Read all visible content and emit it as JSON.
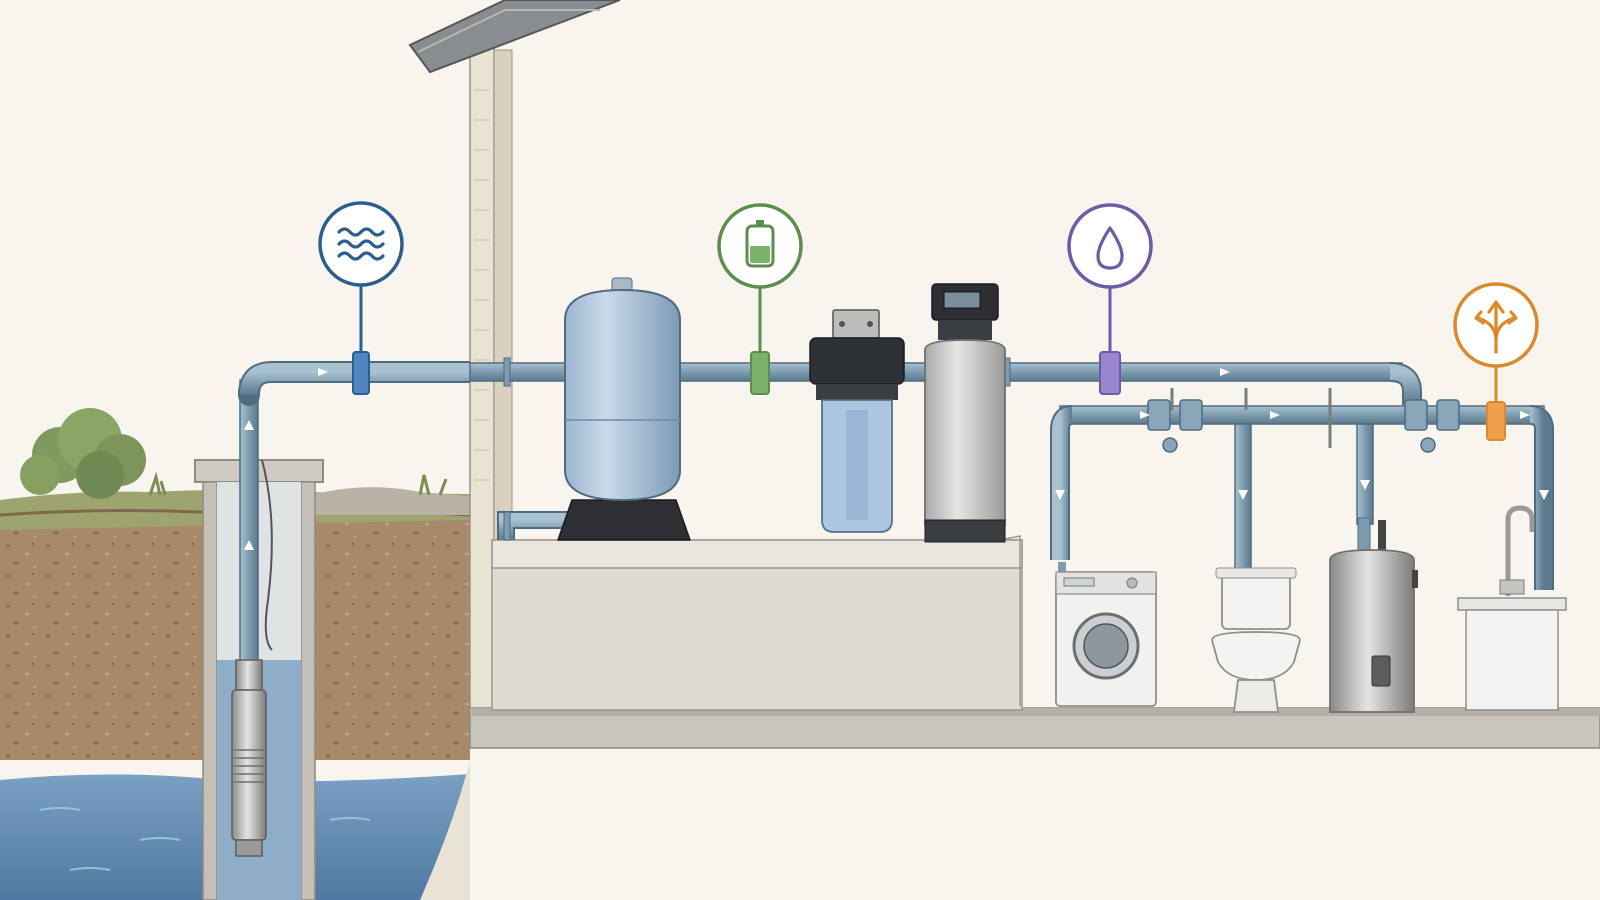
{
  "diagram": {
    "type": "well-water-system-plumbing",
    "flow_direction": "left-to-right",
    "colors": {
      "background": "#f8f5ee",
      "pipe": "#7e9cb0",
      "pipe_outline": "#4f6b7e",
      "soil": "#9a7a5e",
      "groundwater": "#5b86ae",
      "grass": "#8a9a62",
      "concrete": "#d8d4cb",
      "water_callout": "#2c5f8f",
      "tank_callout": "#5c8f4e",
      "filter_callout": "#6e5aa7",
      "distribution_callout": "#d98a2b"
    },
    "callouts": [
      {
        "id": "water-source",
        "icon": "waves-icon",
        "color": "#2c5f8f"
      },
      {
        "id": "pressure-storage",
        "icon": "tank-level-icon",
        "color": "#5c8f4e"
      },
      {
        "id": "treatment",
        "icon": "water-drop-icon",
        "color": "#6e5aa7"
      },
      {
        "id": "distribution",
        "icon": "branch-arrows-icon",
        "color": "#d98a2b"
      }
    ],
    "components": [
      {
        "id": "submersible-pump",
        "icon": "submersible-pump-icon"
      },
      {
        "id": "well-casing",
        "icon": "well-casing-icon"
      },
      {
        "id": "pressure-tank",
        "icon": "pressure-tank-icon"
      },
      {
        "id": "sediment-filter",
        "icon": "filter-housing-icon"
      },
      {
        "id": "water-softener",
        "icon": "softener-tank-icon"
      },
      {
        "id": "washing-machine",
        "icon": "washing-machine-icon"
      },
      {
        "id": "toilet",
        "icon": "toilet-icon"
      },
      {
        "id": "water-heater",
        "icon": "water-heater-icon"
      },
      {
        "id": "sink",
        "icon": "sink-faucet-icon"
      }
    ]
  }
}
